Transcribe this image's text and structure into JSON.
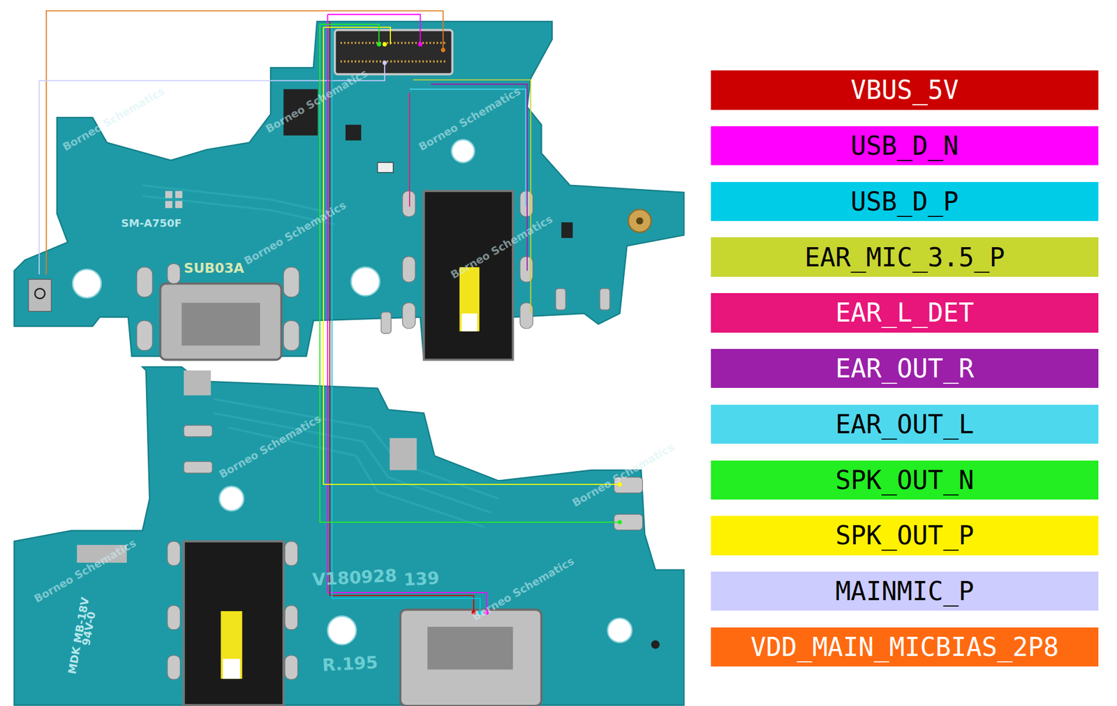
{
  "diagram": {
    "labels": [
      "SM-A750F",
      "SUB03A",
      "V180928",
      "139",
      "MDK MB-18V",
      "94V-0",
      "R.195",
      "Borneo Schematics",
      "Borneo Schematics",
      "Borneo Schematics",
      "Borneo Schematics",
      "Borneo Schematics",
      "Borneo Schematics",
      "Borneo Schematics",
      "Borneo Schematics",
      "Borneo Schematics"
    ],
    "legend": [
      {
        "text": "VBUS_5V",
        "color": "#cc0000"
      },
      {
        "text": "USB_D_N",
        "color": "#ff00ff"
      },
      {
        "text": "USB_D_P",
        "color": "#00cce8"
      },
      {
        "text": "EAR_MIC_3.5_P",
        "color": "#c8d630"
      },
      {
        "text": "EAR_L_DET",
        "color": "#e8157a"
      },
      {
        "text": "EAR_OUT_R",
        "color": "#9b1fa8"
      },
      {
        "text": "EAR_OUT_L",
        "color": "#4ed8ee"
      },
      {
        "text": "SPK_OUT_N",
        "color": "#22ee22"
      },
      {
        "text": "SPK_OUT_P",
        "color": "#fff200"
      },
      {
        "text": "MAINMIC_P",
        "color": "#ccccff"
      },
      {
        "text": "VDD_MAIN_MICBIAS_2P8",
        "color": "#ff6a10"
      }
    ]
  }
}
